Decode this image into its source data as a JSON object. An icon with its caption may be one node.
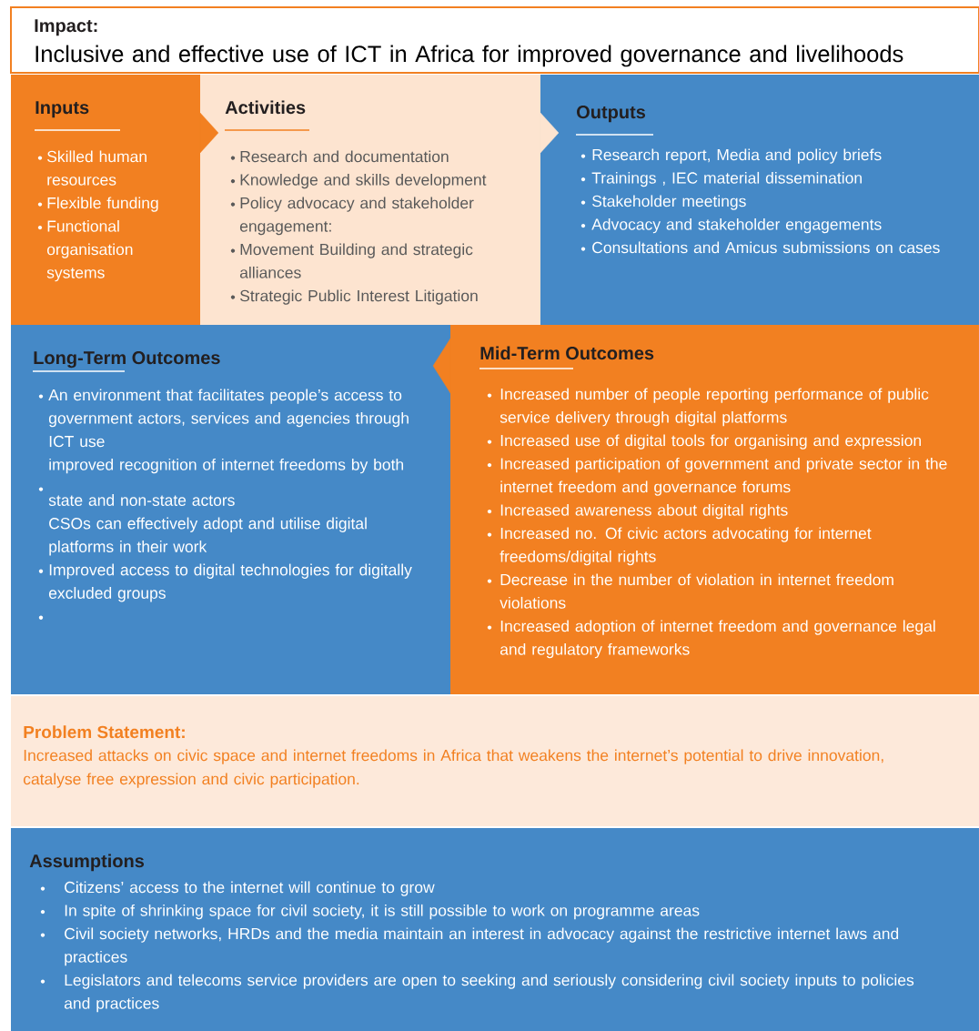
{
  "diagram": {
    "nodes": [
      {
        "text": [
          "Impact:",
          "Inclusive and effective use of ICT in Africa for improved governance and livelihoods"
        ]
      },
      {
        "text": [
          "Inputs",
          "Skilled human resources",
          "Flexible funding",
          "Functional organisation systems"
        ]
      },
      {
        "text": [
          "Activities",
          "Research and documentation",
          "Knowledge and skills development",
          "Policy advocacy and stakeholder engagement:",
          "Movement Building and strategic alliances",
          "Strategic Public Interest Litigation"
        ]
      },
      {
        "text": [
          "Outputs",
          "Research report, Media and policy briefs",
          "Trainings , IEC material dissemination",
          "Stakeholder meetings",
          "Advocacy and stakeholder engagements",
          "Consultations and Amicus submissions on cases"
        ]
      },
      {
        "text": [
          "Long-Term Outcomes",
          "An environment that facilitates people’s access to government actors, services and agencies through ICT use",
          "improved recognition of internet freedoms by both state and non-state actors",
          "CSOs can effectively adopt and utilise digital platforms in their work",
          "Improved access to digital technologies for digitally excluded groups"
        ]
      },
      {
        "text": [
          "Mid-Term Outcomes",
          "Increased number of people reporting performance of public service delivery through digital platforms",
          "Increased use of digital tools for organising and expression",
          "Increased participation of government and private sector in the internet freedom and governance forums",
          "Increased awareness about digital rights",
          "Increased no. Of civic actors advocating for internet freedoms/digital rights",
          "Decrease in the number of violation in internet freedom violations",
          "Increased adoption of internet freedom and governance legal and regulatory frameworks"
        ]
      },
      {
        "text": [
          "Problem Statement:",
          "Increased attacks on civic space and internet freedoms in Africa that weakens the internet’s potential to drive innovation, catalyse free expression and civic participation."
        ]
      },
      {
        "text": [
          "Assumptions",
          "Citizens’ access to the internet will continue to grow",
          "In spite of shrinking space for civil society, it is still possible to work on programme areas",
          "Civil society networks, HRDs and the media maintain an interest in advocacy against the restrictive  internet laws and practices",
          "Legislators and telecoms service providers are open to seeking and seriously considering civil society inputs to policies and practices"
        ]
      }
    ],
    "edges": [
      {
        "from": 1,
        "to": 2,
        "arrow": "to"
      },
      {
        "from": 2,
        "to": 3,
        "arrow": "to"
      },
      {
        "from": 5,
        "to": 4,
        "arrow": "to"
      }
    ]
  }
}
